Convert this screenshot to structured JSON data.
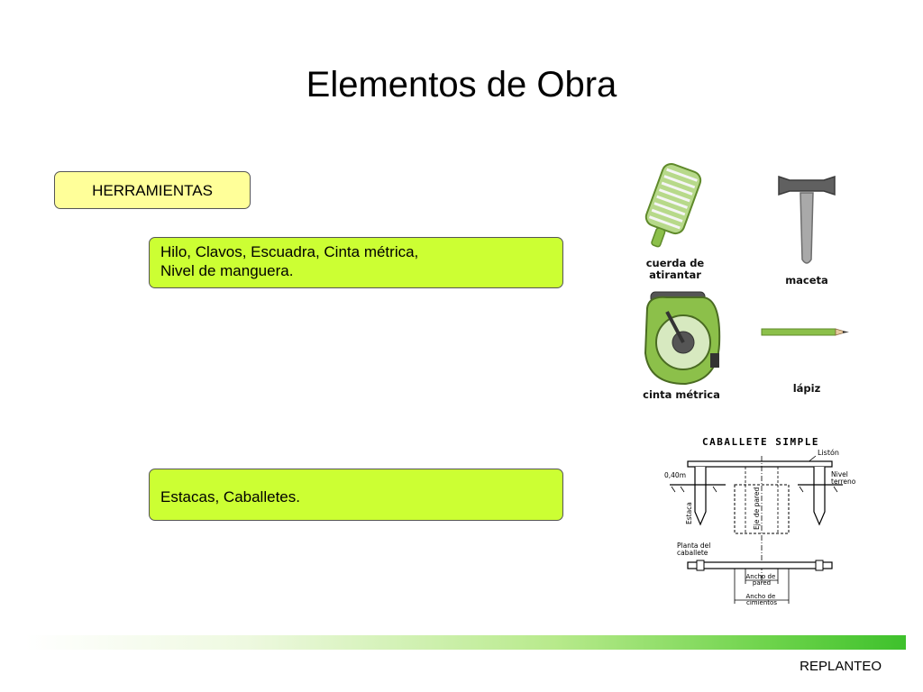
{
  "slide": {
    "title": "Elementos de Obra",
    "category_label": "HERRAMIENTAS",
    "items": [
      {
        "line1": "Hilo, Clavos, Escuadra, Cinta métrica,",
        "line2": "Nivel de manguera."
      },
      {
        "line1": "Estacas, Caballetes."
      }
    ],
    "footer": "REPLANTEO"
  },
  "tools": {
    "cuerda": {
      "line1": "cuerda de",
      "line2": "atirantar"
    },
    "maceta": "maceta",
    "cinta": "cinta métrica",
    "lapiz": "lápiz"
  },
  "diagram": {
    "title": "CABALLETE SIMPLE",
    "liston": "Listón",
    "nivel_line1": "Nivel",
    "nivel_line2": "terreno",
    "height": "0,40m",
    "estaca": "Estaca",
    "eje_pared": "Eje de pared",
    "planta_line1": "Planta del",
    "planta_line2": "caballete",
    "ancho_pared_line1": "Ancho de",
    "ancho_pared_line2": "pared",
    "ancho_cim_line1": "Ancho de",
    "ancho_cim_line2": "cimientos"
  },
  "colors": {
    "highlight": "#ffff99",
    "green_box": "#ccff33",
    "tool_green": "#8cc04a"
  }
}
